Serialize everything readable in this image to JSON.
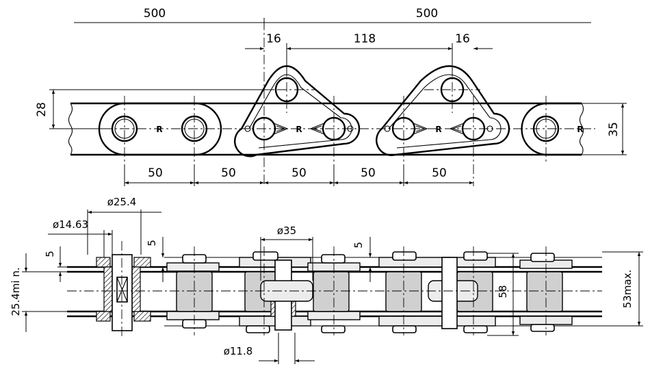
{
  "top_view": {
    "dims": {
      "pitch_left": "500",
      "pitch_right": "500",
      "flange_left": "16",
      "flange_mid": "118",
      "flange_right": "16",
      "height_left": "28",
      "height_right": "35",
      "link_1": "50",
      "link_2": "50",
      "link_3": "50",
      "link_4": "50",
      "link_5": "50"
    },
    "roller_mark": "R"
  },
  "side_view": {
    "dims": {
      "outer_dia": "ø25.4",
      "pin_dia": "ø14.63",
      "gap_left": "5",
      "gap_top_left": "5",
      "bush_dia": "ø35",
      "gap_mid": "5",
      "pin_small_dia": "ø11.8",
      "inner_width": "25.4mi n.",
      "total_height": "58",
      "max_width": "53max."
    }
  }
}
